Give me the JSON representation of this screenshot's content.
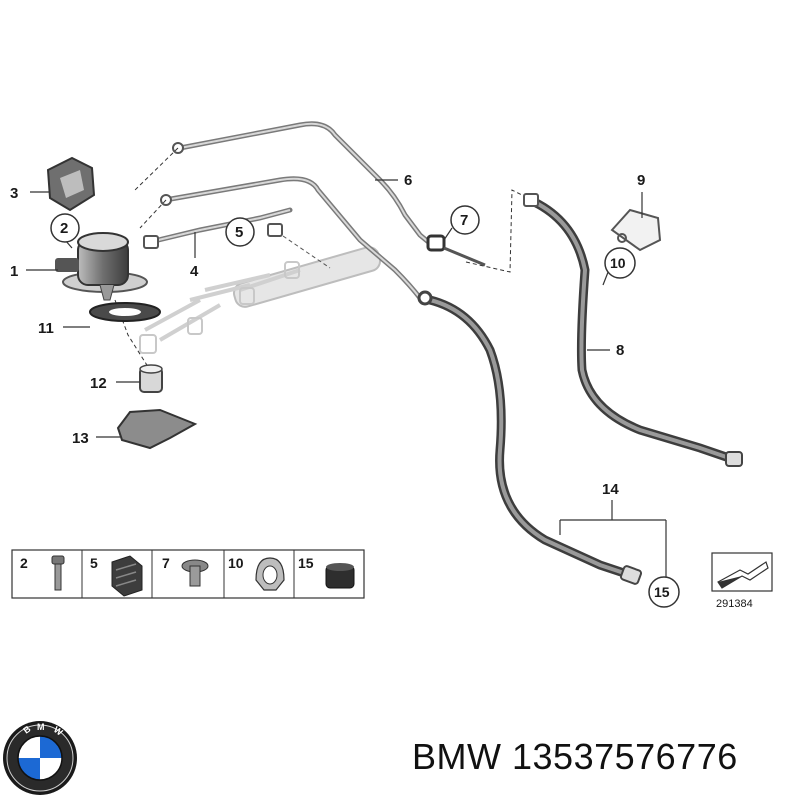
{
  "diagram": {
    "callouts": [
      {
        "id": "1",
        "label": "1"
      },
      {
        "id": "2",
        "label": "2"
      },
      {
        "id": "3",
        "label": "3"
      },
      {
        "id": "4",
        "label": "4"
      },
      {
        "id": "5",
        "label": "5"
      },
      {
        "id": "6",
        "label": "6"
      },
      {
        "id": "7",
        "label": "7"
      },
      {
        "id": "8",
        "label": "8"
      },
      {
        "id": "9",
        "label": "9"
      },
      {
        "id": "10",
        "label": "10"
      },
      {
        "id": "11",
        "label": "11"
      },
      {
        "id": "12",
        "label": "12"
      },
      {
        "id": "13",
        "label": "13"
      },
      {
        "id": "14",
        "label": "14"
      },
      {
        "id": "15",
        "label": "15"
      }
    ],
    "parts_table": [
      "2",
      "5",
      "7",
      "10",
      "15"
    ],
    "reference_number": "291384"
  },
  "logo": {
    "letters": "BMW",
    "colors": {
      "blue": "#1c69d4",
      "white": "#ffffff",
      "ring": "#111111"
    }
  },
  "caption": {
    "brand": "BMW",
    "part_number": "13537576776"
  },
  "colors": {
    "line": "#333333",
    "part": "#6b6b6b",
    "hose": "#5a5a5a",
    "pale": "#d9d9d9"
  }
}
